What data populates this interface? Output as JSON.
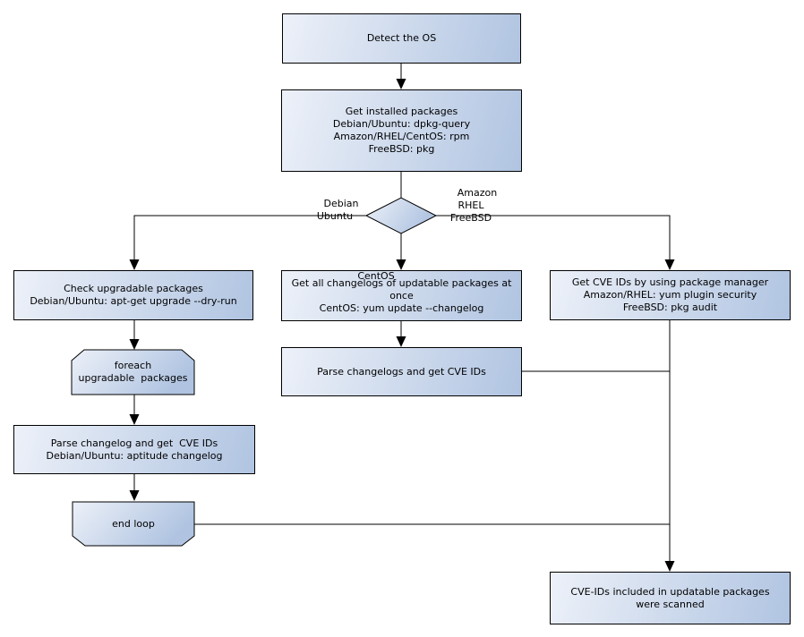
{
  "diagram": {
    "type": "flowchart",
    "colors": {
      "background": "#ffffff",
      "node_light": "#edf1f9",
      "node_dark": "#b0c4e1",
      "border": "#000000",
      "line": "#000000",
      "text": "#000000"
    },
    "nodes": {
      "detect_os": {
        "text": "Detect the OS"
      },
      "get_installed": {
        "text": "Get installed packages\nDebian/Ubuntu: dpkg-query\nAmazon/RHEL/CentOS: rpm\nFreeBSD: pkg"
      },
      "check_upgradable": {
        "text": "Check upgradable packages\nDebian/Ubuntu: apt-get upgrade --dry-run"
      },
      "get_all_changelogs": {
        "text": "Get all changelogs of updatable packages at once\nCentOS: yum update --changelog"
      },
      "get_cve_ids": {
        "text": "Get CVE IDs by using package manager\nAmazon/RHEL: yum plugin security\nFreeBSD: pkg audit"
      },
      "foreach_loop": {
        "text": "foreach\nupgradable  packages"
      },
      "parse_changelogs": {
        "text": "Parse changelogs and get CVE IDs"
      },
      "parse_changelog_each": {
        "text": "Parse changelog and get  CVE IDs\nDebian/Ubuntu: aptitude changelog"
      },
      "end_loop": {
        "text": "end loop"
      },
      "scanned": {
        "text": "CVE-IDs included in updatable packages\nwere scanned"
      }
    },
    "edge_labels": {
      "debian_ubuntu": "Debian\nUbuntu",
      "amazon_rhel_freebsd": "Amazon\nRHEL\nFreeBSD",
      "centos": "CentOS"
    }
  }
}
